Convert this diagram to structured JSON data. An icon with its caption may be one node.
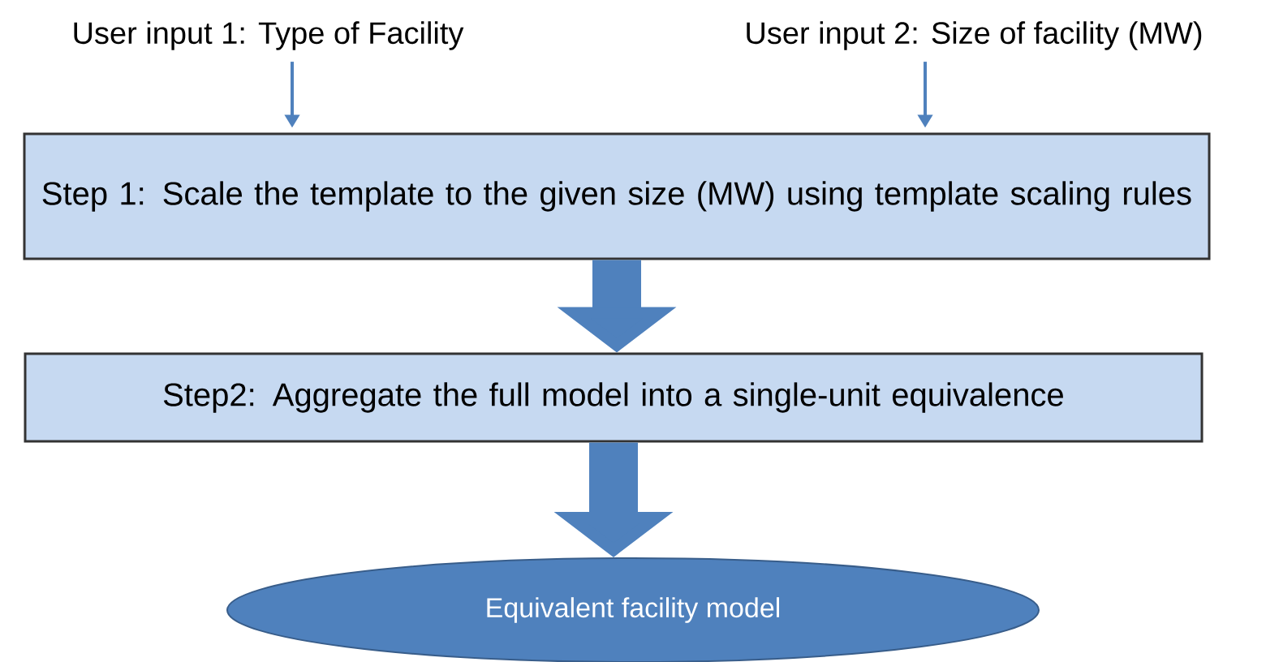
{
  "diagram": {
    "nodes": [
      {
        "text": [
          "User input 1:  Type of Facility"
        ]
      },
      {
        "text": [
          "User input 2: Size of facility (MW)"
        ]
      },
      {
        "text": [
          "Step 1: Scale the template to the given size (MW) using template scaling rules"
        ]
      },
      {
        "text": [
          "Step2: Aggregate the full model into a single-unit equivalence"
        ]
      },
      {
        "text": [
          "Equivalent facility model"
        ]
      }
    ],
    "edges": [
      {
        "from": 0,
        "to": 2,
        "arrow": "to"
      },
      {
        "from": 1,
        "to": 2,
        "arrow": "to"
      },
      {
        "from": 2,
        "to": 3,
        "arrow": "to",
        "style": "thick"
      },
      {
        "from": 3,
        "to": 4,
        "arrow": "to",
        "style": "thick"
      }
    ]
  }
}
